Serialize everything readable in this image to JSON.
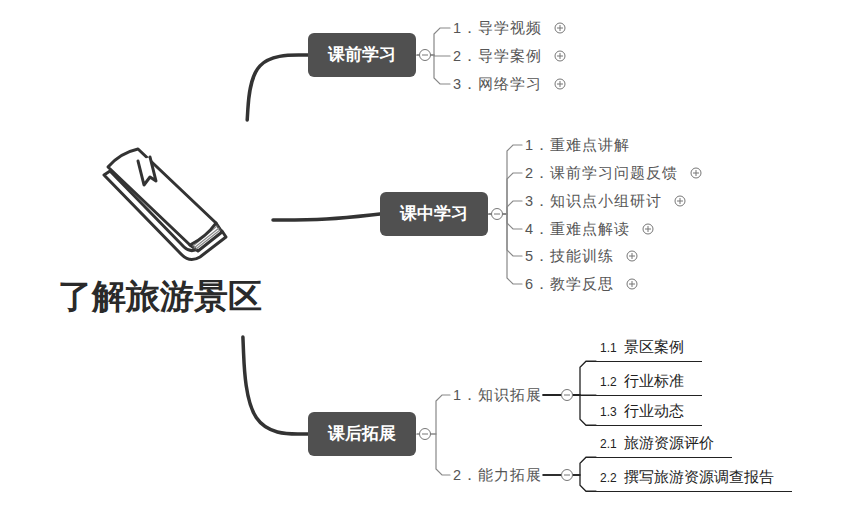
{
  "diagram": {
    "nodes": [
      {
        "text": [
          "了解旅游景区"
        ]
      },
      {
        "text": [
          "课前学习"
        ]
      },
      {
        "text": [
          "1．导学视频"
        ]
      },
      {
        "text": [
          "2．导学案例"
        ]
      },
      {
        "text": [
          "3．网络学习"
        ]
      },
      {
        "text": [
          "课中学习"
        ]
      },
      {
        "text": [
          "1．重难点讲解"
        ]
      },
      {
        "text": [
          "2．课前学习问题反馈"
        ]
      },
      {
        "text": [
          "3．知识点小组研讨"
        ]
      },
      {
        "text": [
          "4．重难点解读"
        ]
      },
      {
        "text": [
          "5．技能训练"
        ]
      },
      {
        "text": [
          "6．教学反思"
        ]
      },
      {
        "text": [
          "课后拓展"
        ]
      },
      {
        "text": [
          "1．知识拓展"
        ]
      },
      {
        "text": [
          "1.1",
          "景区案例"
        ]
      },
      {
        "text": [
          "1.2",
          "行业标准"
        ]
      },
      {
        "text": [
          "1.3",
          "行业动态"
        ]
      },
      {
        "text": [
          "2．能力拓展"
        ]
      },
      {
        "text": [
          "2.1",
          "旅游资源评价"
        ]
      },
      {
        "text": [
          "2.2",
          "撰写旅游资源调查报告"
        ]
      }
    ],
    "edges": [
      {
        "from": 0,
        "to": 1,
        "arrow": "none"
      },
      {
        "from": 0,
        "to": 5,
        "arrow": "none"
      },
      {
        "from": 0,
        "to": 12,
        "arrow": "none"
      },
      {
        "from": 1,
        "to": 2,
        "arrow": "none"
      },
      {
        "from": 1,
        "to": 3,
        "arrow": "none"
      },
      {
        "from": 1,
        "to": 4,
        "arrow": "none"
      },
      {
        "from": 5,
        "to": 6,
        "arrow": "none"
      },
      {
        "from": 5,
        "to": 7,
        "arrow": "none"
      },
      {
        "from": 5,
        "to": 8,
        "arrow": "none"
      },
      {
        "from": 5,
        "to": 9,
        "arrow": "none"
      },
      {
        "from": 5,
        "to": 10,
        "arrow": "none"
      },
      {
        "from": 5,
        "to": 11,
        "arrow": "none"
      },
      {
        "from": 12,
        "to": 13,
        "arrow": "none"
      },
      {
        "from": 12,
        "to": 17,
        "arrow": "none"
      },
      {
        "from": 13,
        "to": 14,
        "arrow": "none"
      },
      {
        "from": 13,
        "to": 15,
        "arrow": "none"
      },
      {
        "from": 13,
        "to": 16,
        "arrow": "none"
      },
      {
        "from": 17,
        "to": 18,
        "arrow": "none"
      },
      {
        "from": 17,
        "to": 19,
        "arrow": "none"
      }
    ]
  }
}
